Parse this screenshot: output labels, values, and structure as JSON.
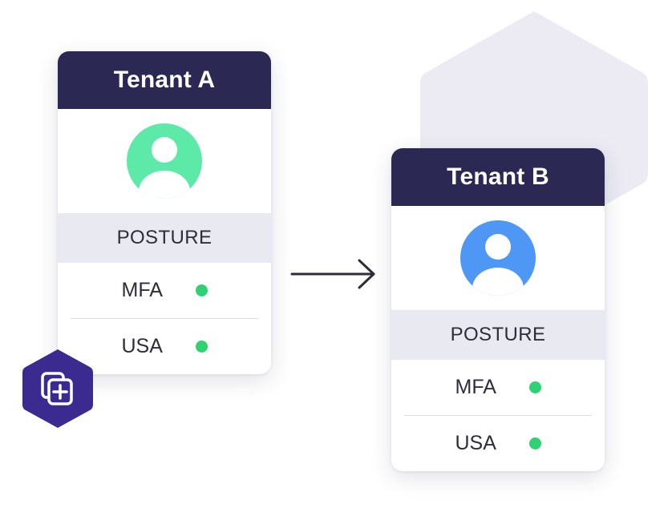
{
  "colors": {
    "header_bg": "#2b2954",
    "posture_bg": "#e8e9f1",
    "status_green": "#2fd173",
    "avatar_a": "#5deaa8",
    "avatar_b": "#4f97f5",
    "hexagon_bg": "#ecebf4",
    "badge_bg": "#3b2a8f",
    "arrow": "#2e2e3a"
  },
  "tenants": [
    {
      "title": "Tenant A",
      "avatar_icon": "user-avatar-icon",
      "posture_label": "POSTURE",
      "attributes": [
        {
          "label": "MFA",
          "status": "ok"
        },
        {
          "label": "USA",
          "status": "ok"
        }
      ]
    },
    {
      "title": "Tenant B",
      "avatar_icon": "user-avatar-icon",
      "posture_label": "POSTURE",
      "attributes": [
        {
          "label": "MFA",
          "status": "ok"
        },
        {
          "label": "USA",
          "status": "ok"
        }
      ]
    }
  ],
  "connector_icon": "arrow-right-icon",
  "badge_icon": "copy-add-icon"
}
